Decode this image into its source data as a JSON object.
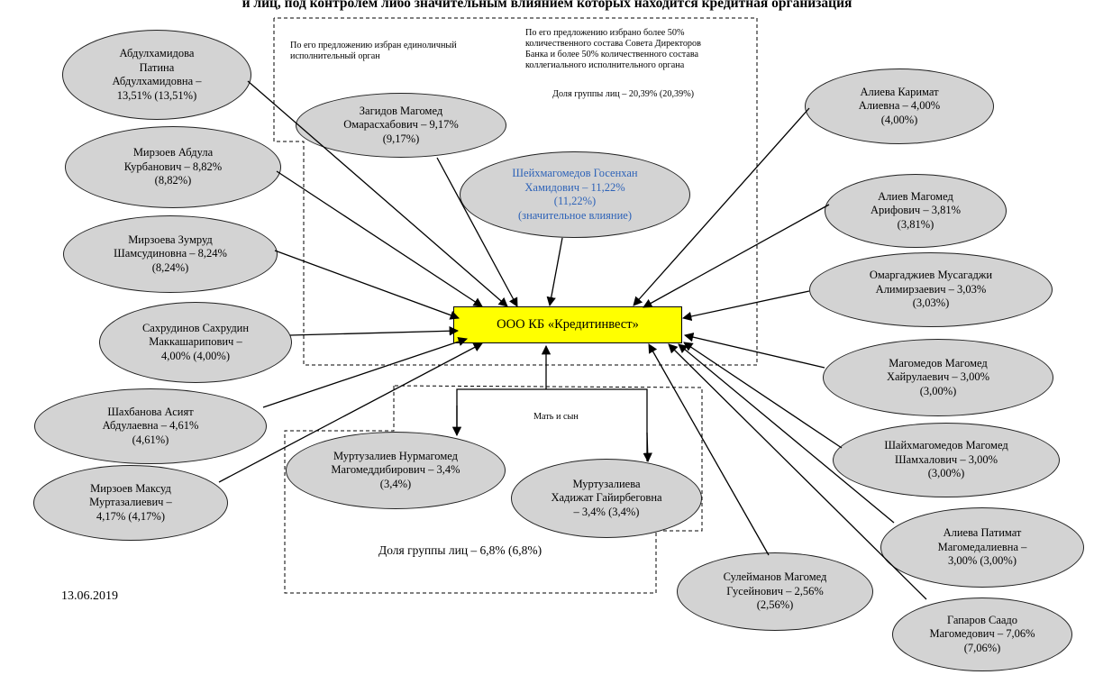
{
  "header": {
    "title": "и лиц, под контролем либо значительным влиянием которых находится кредитная организация"
  },
  "center": {
    "label": "ООО КБ «Кредитинвест»",
    "fill": "#ffff00"
  },
  "colors": {
    "node_fill": "#d3d3d3",
    "influence_text": "#2e63b8"
  },
  "notes": {
    "executive": "По его предложению избран единоличный\nисполнительный орган",
    "board": "По его предложению избрано более 50%\nколичественного состава Совета Директоров\nБанка и более 50% количественного состава\nколлегиального исполнительного органа",
    "group_share_1": "Доля группы лиц – 20,39% (20,39%)",
    "mother_son": "Мать и сын",
    "group_share_2": "Доля группы лиц – 6,8% (6,8%)"
  },
  "date": "13.06.2019",
  "persons": [
    {
      "id": "abdulkhamidova",
      "text": "Абдулхамидова\nПатина\nАбдулхамидовна –\n13,51% (13,51%)"
    },
    {
      "id": "mirzoev-abdula",
      "text": "Мирзоев Абдула\nКурбанович – 8,82%\n(8,82%)"
    },
    {
      "id": "mirzoeva-zumrud",
      "text": "Мирзоева Зумруд\nШамсудиновна – 8,24%\n(8,24%)"
    },
    {
      "id": "sakhrudinov",
      "text": "Сахрудинов Сахрудин\nМаккашарипович –\n4,00% (4,00%)"
    },
    {
      "id": "shakhbanova",
      "text": "Шахбанова Асият\nАбдулаевна – 4,61%\n(4,61%)"
    },
    {
      "id": "mirzoev-maksud",
      "text": "Мирзоев Максуд\nМуртазалиевич –\n4,17% (4,17%)"
    },
    {
      "id": "zagidov",
      "text": "Загидов Магомед\nОмарасхабович – 9,17%\n(9,17%)"
    },
    {
      "id": "sheikhmagomedov-gosen",
      "text": "Шейхмагомедов Госенхан\nХамидович – 11,22%\n(11,22%)\n(значительное влияние)",
      "blue": true
    },
    {
      "id": "murtuzaliev",
      "text": "Муртузалиев Нурмагомед\nМагомеддибирович – 3,4%\n(3,4%)"
    },
    {
      "id": "murtuzalieva",
      "text": "Муртузалиева\nХадижат Гайирбеговна\n– 3,4% (3,4%)"
    },
    {
      "id": "alieva-karimat",
      "text": "Алиева Каримат\nАлиевна – 4,00%\n(4,00%)"
    },
    {
      "id": "aliev-magomed",
      "text": "Алиев Магомед\nАрифович – 3,81%\n(3,81%)"
    },
    {
      "id": "omargadzhiev",
      "text": "Омаргаджиев Мусагаджи\nАлимирзаевич – 3,03%\n(3,03%)"
    },
    {
      "id": "magomedov",
      "text": "Магомедов Магомед\nХайрулаевич – 3,00%\n(3,00%)"
    },
    {
      "id": "shaikhmagomedov-magomed",
      "text": "Шайхмагомедов Магомед\nШамхалович – 3,00%\n(3,00%)"
    },
    {
      "id": "alieva-patimat",
      "text": "Алиева Патимат\nМагомедалиевна –\n3,00% (3,00%)"
    },
    {
      "id": "suleimanov",
      "text": "Сулейманов Магомед\nГусейнович – 2,56%\n(2,56%)"
    },
    {
      "id": "gaparov",
      "text": "Гапаров Саадо\nМагомедович – 7,06%\n(7,06%)"
    }
  ]
}
